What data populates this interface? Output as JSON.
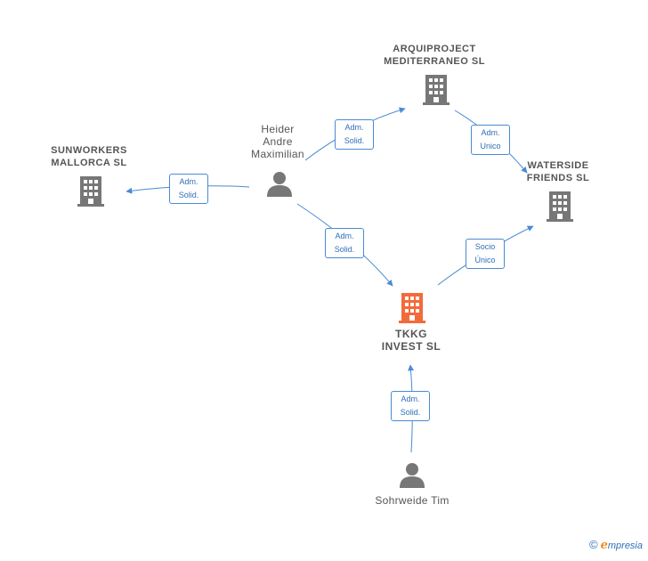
{
  "nodes": {
    "arquiproject": {
      "lines": [
        "ARQUIPROJECT",
        "MEDITERRANEO SL"
      ],
      "icon": "building-icon",
      "color": "#777777"
    },
    "heider": {
      "lines": [
        "Heider",
        "Andre",
        "Maximilian"
      ],
      "icon": "person-icon",
      "color": "#777777"
    },
    "sunworkers": {
      "lines": [
        "SUNWORKERS",
        "MALLORCA  SL"
      ],
      "icon": "building-icon",
      "color": "#777777"
    },
    "waterside": {
      "lines": [
        "WATERSIDE",
        "FRIENDS  SL"
      ],
      "icon": "building-icon",
      "color": "#777777"
    },
    "tkkg": {
      "lines": [
        "TKKG",
        "INVEST  SL"
      ],
      "icon": "building-icon",
      "color": "#f26b3a"
    },
    "sohrweide": {
      "lines": [
        "Sohrweide Tim"
      ],
      "icon": "person-icon",
      "color": "#777777"
    }
  },
  "edges": {
    "heider_arquiproject": {
      "lines": [
        "Adm.",
        "Solid."
      ]
    },
    "arquiproject_waterside": {
      "lines": [
        "Adm.",
        "Unico"
      ]
    },
    "heider_sunworkers": {
      "lines": [
        "Adm.",
        "Solid."
      ]
    },
    "heider_tkkg": {
      "lines": [
        "Adm.",
        "Solid."
      ]
    },
    "tkkg_waterside": {
      "lines": [
        "Socio",
        "Único"
      ]
    },
    "sohrweide_tkkg": {
      "lines": [
        "Adm.",
        "Solid."
      ]
    }
  },
  "edge_color": "#4a8ad4",
  "brand": {
    "copyright": "©",
    "initial": "e",
    "name": "mpresia"
  }
}
